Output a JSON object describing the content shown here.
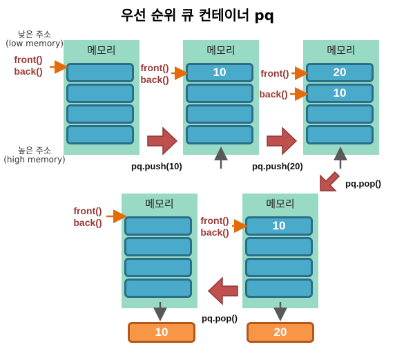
{
  "title": "우선 순위 큐 컨테이너 pq",
  "memory_label": "메모리",
  "low_address": {
    "line1": "낮은 주소",
    "line2": "(low memory)"
  },
  "high_address": {
    "line1": "높은 주소",
    "line2": "(high memory)"
  },
  "pointers": {
    "front_back_line1": "front()",
    "front_back_line2": "back()",
    "front": "front()",
    "back": "back()"
  },
  "operations": {
    "push10": "pq.push(10)",
    "push20": "pq.push(20)",
    "pop1": "pq.pop()",
    "pop2": "pq.pop()"
  },
  "stage2": {
    "cells": [
      "10",
      "",
      "",
      ""
    ]
  },
  "stage3": {
    "cells": [
      "20",
      "10",
      "",
      ""
    ]
  },
  "stage4": {
    "cells": [
      "10",
      "",
      "",
      ""
    ]
  },
  "stage5": {
    "cells": [
      "",
      "",
      "",
      ""
    ]
  },
  "outputs": {
    "first": "20",
    "second": "10"
  },
  "colors": {
    "panel": "#99dac4",
    "cell": "#4aaac9",
    "arrow": "#c0504d",
    "pointer_arrow": "#e36c09",
    "output": "#f79646"
  }
}
